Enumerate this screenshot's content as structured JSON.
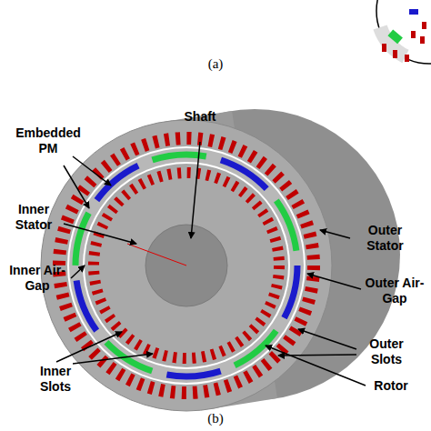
{
  "diagram": {
    "labels": [
      "(a)",
      "Shaft",
      "Embedded PM",
      "Outer Stator",
      "Inner Stator",
      "Outer Air-Gap",
      "Inner Air-Gap",
      "Outer Slots",
      "Inner Slots",
      "Rotor",
      "(b)"
    ]
  }
}
